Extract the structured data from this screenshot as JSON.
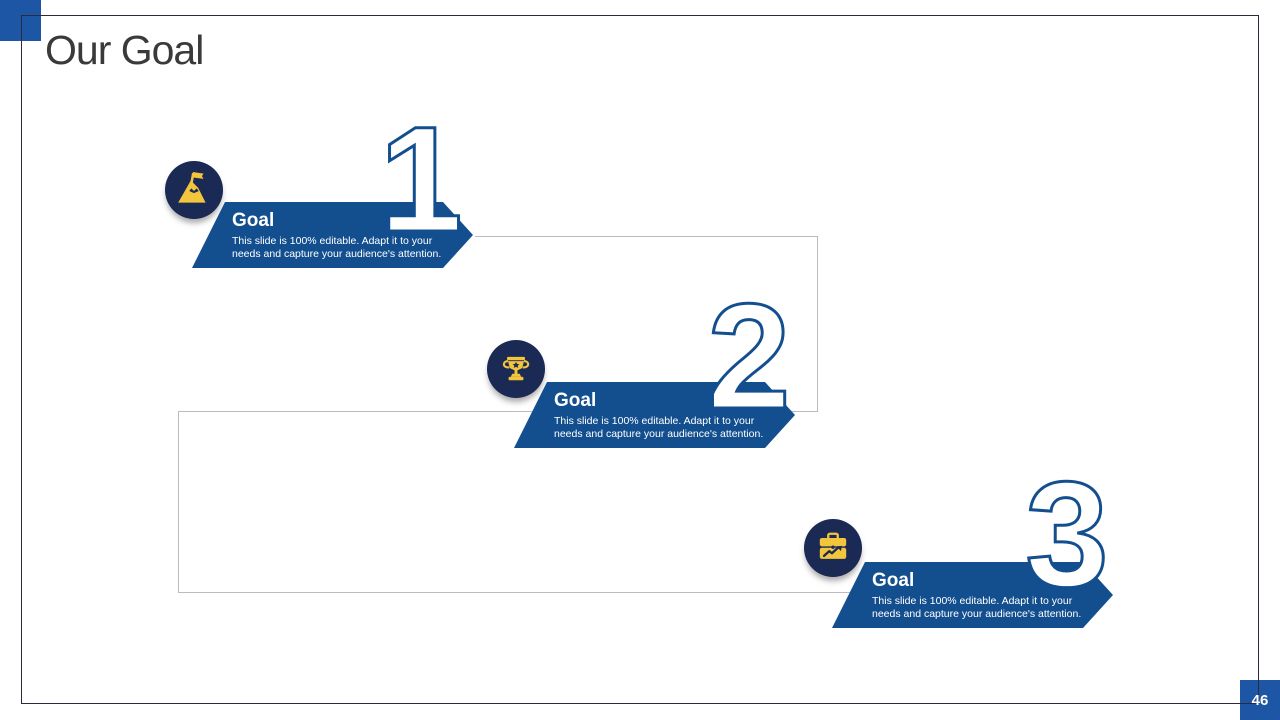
{
  "slide": {
    "title": "Our Goal",
    "page_number": "46",
    "colors": {
      "arrow_blue": "#134f8f",
      "accent_blue": "#1d56a4",
      "circle_navy": "#1b2a55",
      "icon_yellow": "#f2c53d",
      "guide_line_gray": "#bcbcbc",
      "frame_dark": "#2b2b3d",
      "title_gray": "#3a3a3a"
    }
  },
  "goals": [
    {
      "number": "1",
      "label": "Goal",
      "description_line1": "This slide is 100% editable. Adapt it to your",
      "description_line2": "needs and capture your audience's attention.",
      "icon": "mountain-flag-icon"
    },
    {
      "number": "2",
      "label": "Goal",
      "description_line1": "This slide is 100% editable. Adapt it to your",
      "description_line2": "needs and capture your audience's attention.",
      "icon": "trophy-icon"
    },
    {
      "number": "3",
      "label": "Goal",
      "description_line1": "This slide is 100% editable. Adapt it to your",
      "description_line2": "needs and capture your audience's attention.",
      "icon": "briefcase-growth-icon"
    }
  ]
}
